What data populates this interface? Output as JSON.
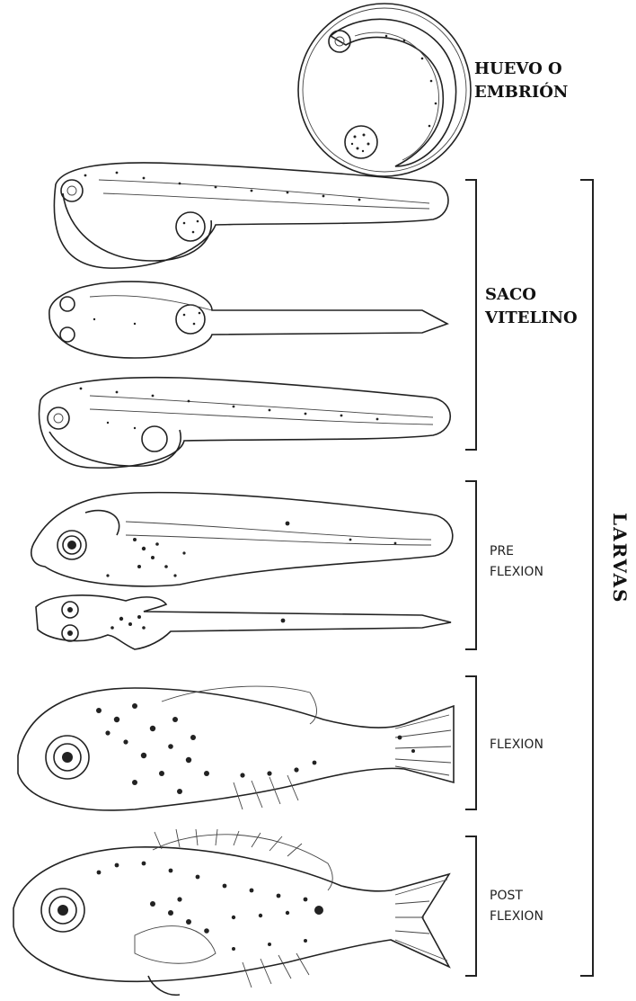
{
  "stages": {
    "egg": {
      "line1": "HUEVO O",
      "line2": "EMBRIÓN"
    },
    "yolk_sac": {
      "line1": "SACO",
      "line2": "VITELINO"
    },
    "preflexion": {
      "line1": "PRE",
      "line2": "FLEXION"
    },
    "flexion": {
      "line1": "FLEXION"
    },
    "postflexion": {
      "line1": "POST",
      "line2": "FLEXION"
    }
  },
  "larvae_label": "LARVAS"
}
